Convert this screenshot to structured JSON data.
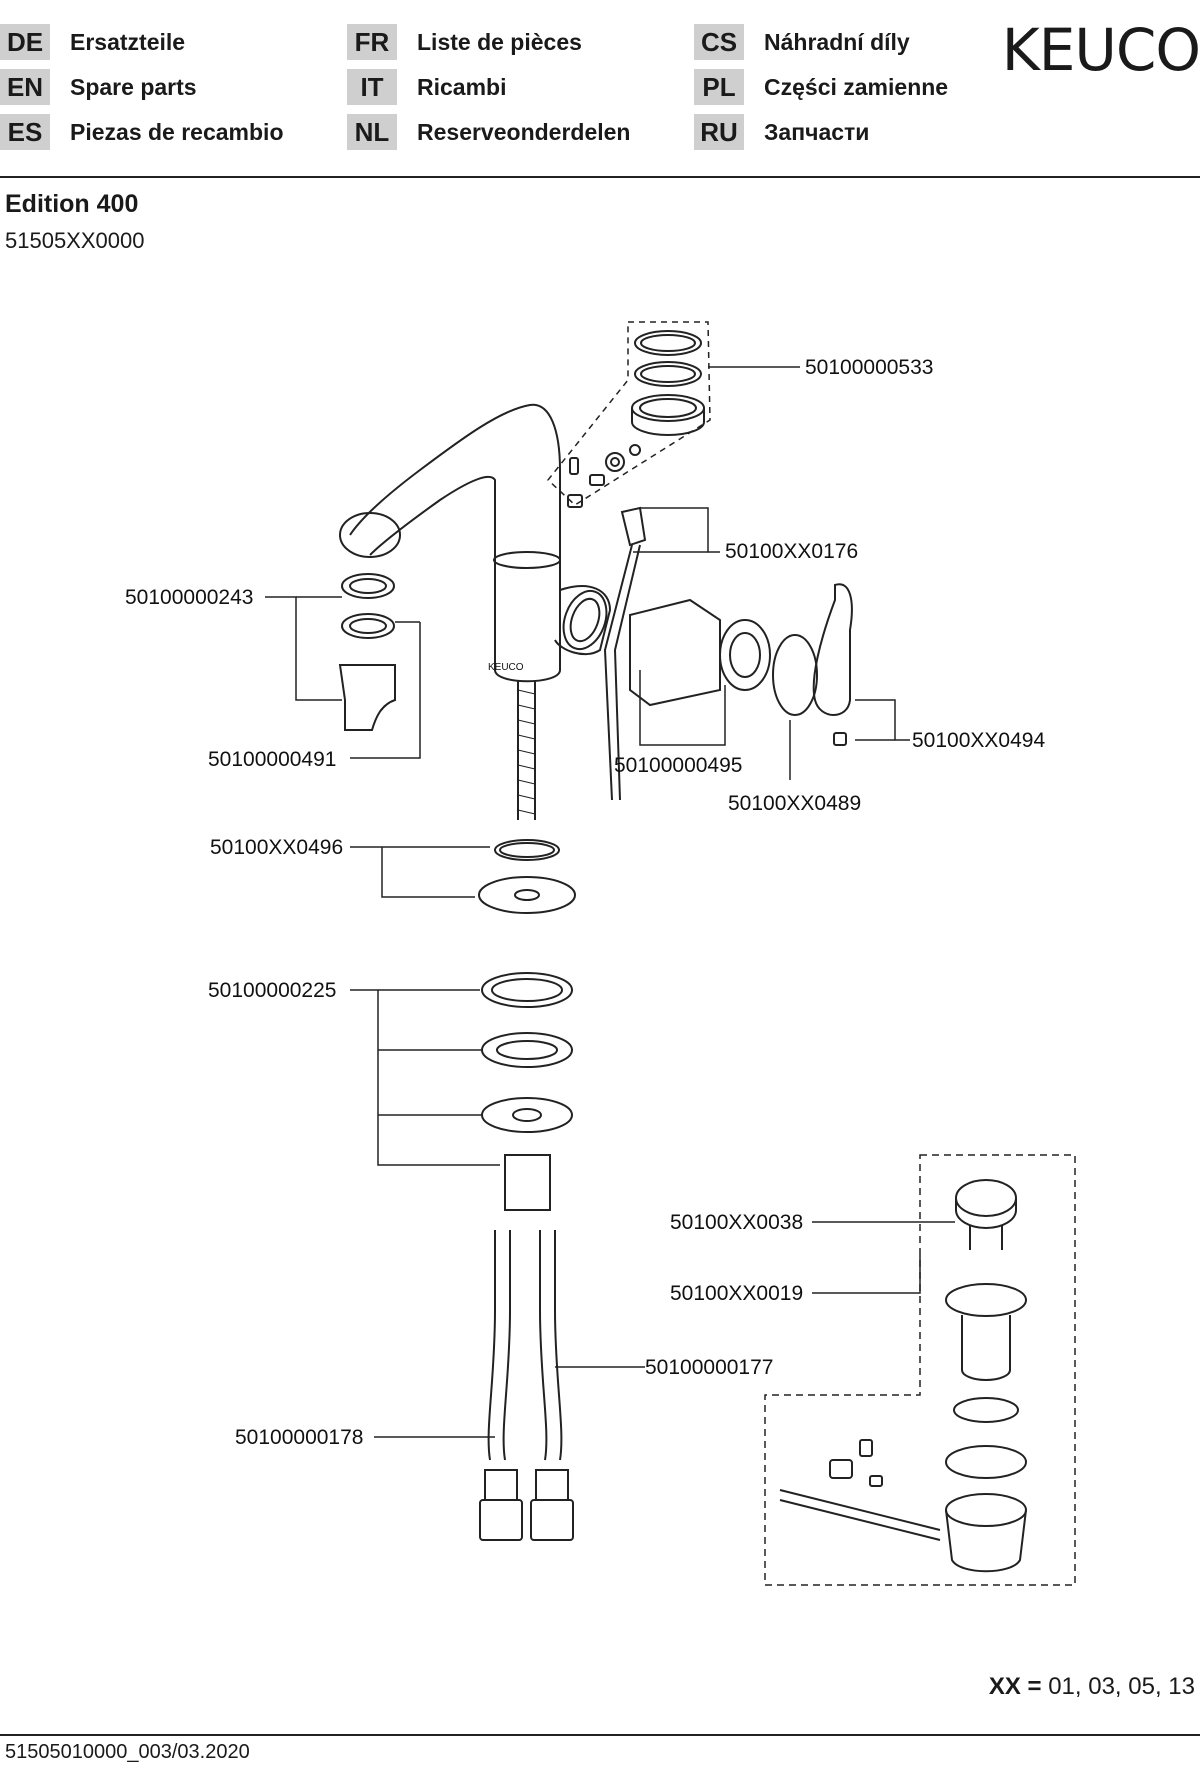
{
  "header": {
    "languages": [
      {
        "code": "DE",
        "label": "Ersatzteile"
      },
      {
        "code": "EN",
        "label": "Spare parts"
      },
      {
        "code": "ES",
        "label": "Piezas de recambio"
      },
      {
        "code": "FR",
        "label": "Liste de pièces"
      },
      {
        "code": "IT",
        "label": "Ricambi"
      },
      {
        "code": "NL",
        "label": "Reserveonderdelen"
      },
      {
        "code": "CS",
        "label": "Náhradní díly"
      },
      {
        "code": "PL",
        "label": "Części zamienne"
      },
      {
        "code": "RU",
        "label": "Запчасти"
      }
    ],
    "logo": "KEUCO"
  },
  "product": {
    "name": "Edition 400",
    "number": "51505XX0000",
    "faucet_marking": "KEUCO"
  },
  "parts": [
    {
      "number": "50100000533"
    },
    {
      "number": "50100XX0176"
    },
    {
      "number": "50100000243"
    },
    {
      "number": "50100000491"
    },
    {
      "number": "50100000495"
    },
    {
      "number": "50100XX0494"
    },
    {
      "number": "50100XX0489"
    },
    {
      "number": "50100XX0496"
    },
    {
      "number": "50100000225"
    },
    {
      "number": "50100XX0038"
    },
    {
      "number": "50100XX0019"
    },
    {
      "number": "50100000177"
    },
    {
      "number": "50100000178"
    }
  ],
  "variants": {
    "label": "XX =",
    "values": "01, 03, 05, 13"
  },
  "footer": {
    "document_id": "51505010000_003/03.2020"
  }
}
